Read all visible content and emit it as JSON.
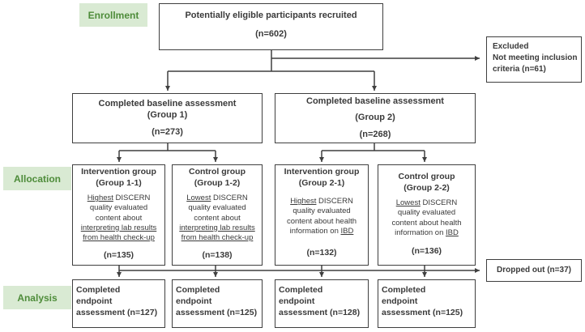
{
  "stages": {
    "enrollment": "Enrollment",
    "allocation": "Allocation",
    "analysis": "Analysis"
  },
  "recruited": {
    "title": "Potentially eligible participants recruited",
    "n": "(n=602)"
  },
  "excluded": {
    "line1": "Excluded",
    "line2": "Not meeting inclusion",
    "line3": "criteria (n=61)"
  },
  "group1": {
    "line1": "Completed baseline assessment",
    "line2": "(Group 1)",
    "n": "(n=273)"
  },
  "group2": {
    "line1": "Completed baseline assessment",
    "line2": "(Group 2)",
    "n": "(n=268)"
  },
  "g11": {
    "title": "Intervention group",
    "sub": "(Group 1-1)",
    "l1u": "Highest",
    "l1r": " DISCERN",
    "l2": "quality evaluated",
    "l3": "content about",
    "l4u": "interpreting lab results",
    "l5u": "from health check-up",
    "n": "(n=135)"
  },
  "g12": {
    "title": "Control group",
    "sub": "(Group 1-2)",
    "l1u": "Lowest",
    "l1r": " DISCERN",
    "l2": "quality evaluated",
    "l3": "content about",
    "l4u": "interpreting lab results",
    "l5u": "from health check-up",
    "n": "(n=138)"
  },
  "g21": {
    "title": "Intervention group",
    "sub": "(Group 2-1)",
    "l1u": "Highest",
    "l1r": " DISCERN",
    "l2": "quality evaluated",
    "l3": "content about health",
    "l4r": "information on ",
    "l4u": "IBD",
    "n": "(n=132)"
  },
  "g22": {
    "title": "Control group",
    "sub": "(Group 2-2)",
    "l1u": "Lowest",
    "l1r": " DISCERN",
    "l2": "quality evaluated",
    "l3": "content about health",
    "l4r": "information on ",
    "l4u": "IBD",
    "n": "(n=136)"
  },
  "dropped": "Dropped out (n=37)",
  "completed": {
    "c1": {
      "l1": "Completed",
      "l2": "endpoint",
      "l3": "assessment (n=127)"
    },
    "c2": {
      "l1": "Completed",
      "l2": "endpoint",
      "l3": "assessment (n=125)"
    },
    "c3": {
      "l1": "Completed",
      "l2": "endpoint",
      "l3": "assessment (n=128)"
    },
    "c4": {
      "l1": "Completed",
      "l2": "endpoint",
      "l3": "assessment (n=125)"
    }
  }
}
